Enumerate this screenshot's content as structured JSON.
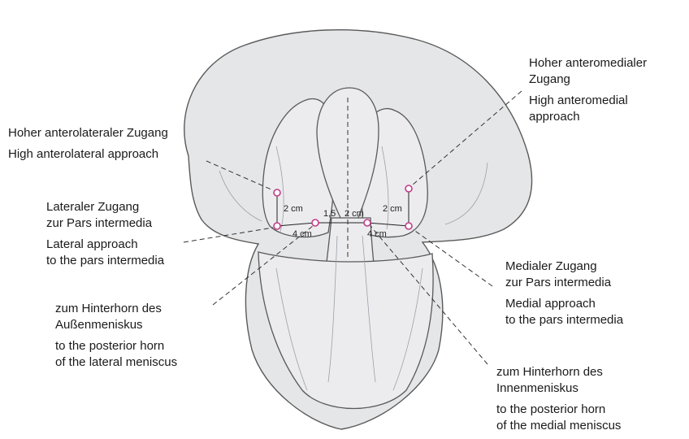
{
  "labels": {
    "high_anteromedial": {
      "de_1": "Hoher anteromedialer",
      "de_2": "Zugang",
      "en_1": "High anteromedial",
      "en_2": "approach"
    },
    "high_anterolateral": {
      "de": "Hoher anterolateraler Zugang",
      "en": "High anterolateral approach"
    },
    "lateral_intermedia": {
      "de_1": "Lateraler Zugang",
      "de_2": "zur Pars intermedia",
      "en_1": "Lateral approach",
      "en_2": "to the pars intermedia"
    },
    "lateral_posterior_horn": {
      "de_1": "zum Hinterhorn des",
      "de_2": "Außenmeniskus",
      "en_1": "to the posterior horn",
      "en_2": "of the lateral meniscus"
    },
    "medial_intermedia": {
      "de_1": "Medialer Zugang",
      "de_2": "zur Pars intermedia",
      "en_1": "Medial approach",
      "en_2": "to the pars intermedia"
    },
    "medial_posterior_horn": {
      "de_1": "zum Hinterhorn des",
      "de_2": "Innenmeniskus",
      "en_1": "to the posterior horn",
      "en_2": "of the medial meniscus"
    }
  },
  "measurements": {
    "left_vertical": "2 cm",
    "left_horizontal": "4 cm",
    "center_left": "1,5",
    "center_right": "2 cm",
    "right_vertical": "2 cm",
    "right_horizontal": "4 cm"
  },
  "colors": {
    "portal_marker": "#c23a8a",
    "outline": "#5a5a5a",
    "skin": "#e4e6e8"
  }
}
